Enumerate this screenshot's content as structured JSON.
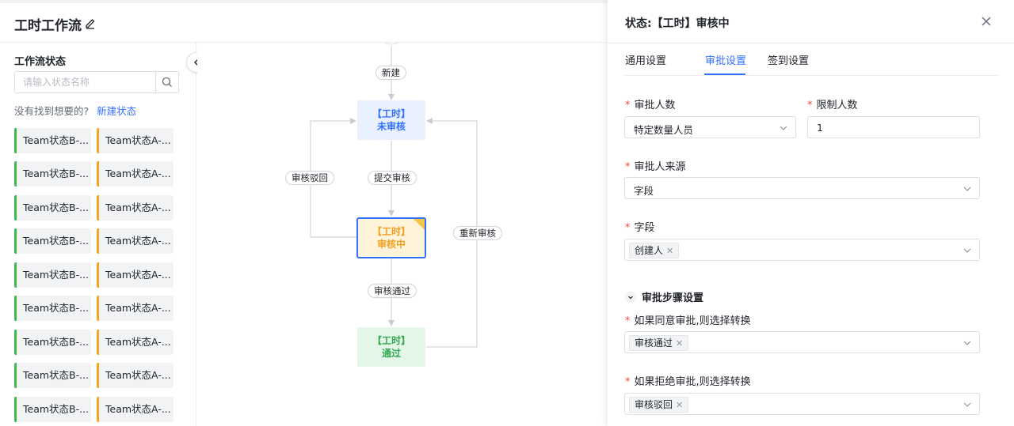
{
  "header": {
    "title": "工时工作流"
  },
  "left_panel": {
    "section_title": "工作流状态",
    "search_placeholder": "请输入状态名称",
    "not_found_text": "没有找到想要的?",
    "new_status_link": "新建状态",
    "statuses": [
      [
        "Team状态B-...",
        "Team状态A-..."
      ],
      [
        "Team状态B-...",
        "Team状态A-..."
      ],
      [
        "Team状态B-...",
        "Team状态A-..."
      ],
      [
        "Team状态B-...",
        "Team状态A-..."
      ],
      [
        "Team状态B-...",
        "Team状态A-..."
      ],
      [
        "Team状态B-...",
        "Team状态A-..."
      ],
      [
        "Team状态B-...",
        "Team状态A-..."
      ],
      [
        "Team状态B-...",
        "Team状态A-..."
      ],
      [
        "Team状态B-...",
        "Team状态A-..."
      ]
    ]
  },
  "flow": {
    "nodes": {
      "unreviewed": {
        "line1": "【工时】",
        "line2": "未审核"
      },
      "reviewing": {
        "line1": "【工时】",
        "line2": "审核中"
      },
      "passed": {
        "line1": "【工时】",
        "line2": "通过"
      }
    },
    "edges": {
      "create": "新建",
      "submit": "提交审核",
      "reject": "审核驳回",
      "approve": "审核通过",
      "resubmit": "重新审核"
    }
  },
  "drawer": {
    "title": "状态:【工时】审核中",
    "tabs": [
      "通用设置",
      "审批设置",
      "签到设置"
    ],
    "active_tab": "审批设置",
    "approver_count": {
      "label": "审批人数",
      "value": "特定数量人员"
    },
    "limit_count": {
      "label": "限制人数",
      "value": "1"
    },
    "approver_source": {
      "label": "审批人来源",
      "value": "字段"
    },
    "field": {
      "label": "字段",
      "tag": "创建人"
    },
    "steps_header": "审批步骤设置",
    "if_approve": {
      "label": "如果同意审批,则选择转换",
      "tag": "审核通过"
    },
    "if_reject": {
      "label": "如果拒绝审批,则选择转换",
      "tag": "审核驳回"
    }
  },
  "colors": {
    "primary": "#3370ff",
    "required": "#f54a45",
    "status_b": "#3fb950",
    "status_a": "#f5a623",
    "node_blue_bg": "#e8f1fd",
    "node_yellow_bg": "#fff4d9",
    "node_green_bg": "#e3f6e7"
  }
}
